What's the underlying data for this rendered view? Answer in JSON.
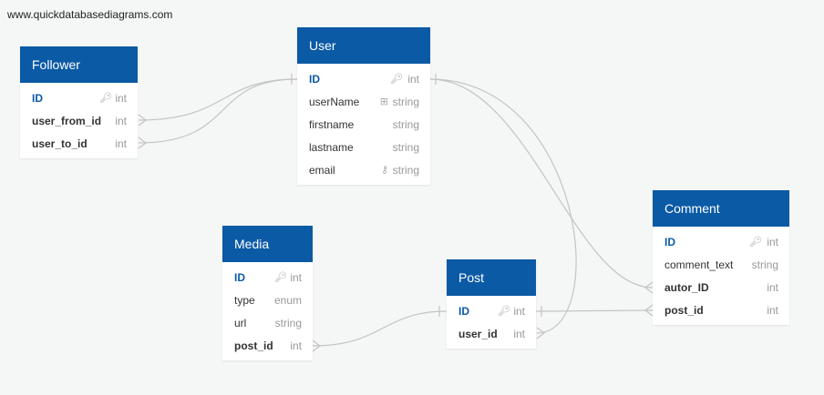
{
  "watermark": "www.quickdatabasediagrams.com",
  "tables": {
    "follower": {
      "name": "Follower",
      "fields": [
        {
          "name": "ID",
          "type": "int",
          "icon": "key-icon"
        },
        {
          "name": "user_from_id",
          "type": "int"
        },
        {
          "name": "user_to_id",
          "type": "int"
        }
      ]
    },
    "user": {
      "name": "User",
      "fields": [
        {
          "name": "ID",
          "type": "int",
          "icon": "key-icon"
        },
        {
          "name": "userName",
          "type": "string",
          "icon": "hierarchy-icon"
        },
        {
          "name": "firstname",
          "type": "string"
        },
        {
          "name": "lastname",
          "type": "string"
        },
        {
          "name": "email",
          "type": "string",
          "icon": "key-small-icon"
        }
      ]
    },
    "media": {
      "name": "Media",
      "fields": [
        {
          "name": "ID",
          "type": "int",
          "icon": "key-icon"
        },
        {
          "name": "type",
          "type": "enum"
        },
        {
          "name": "url",
          "type": "string"
        },
        {
          "name": "post_id",
          "type": "int"
        }
      ]
    },
    "post": {
      "name": "Post",
      "fields": [
        {
          "name": "ID",
          "type": "int",
          "icon": "key-icon"
        },
        {
          "name": "user_id",
          "type": "int"
        }
      ]
    },
    "comment": {
      "name": "Comment",
      "fields": [
        {
          "name": "ID",
          "type": "int",
          "icon": "key-icon"
        },
        {
          "name": "comment_text",
          "type": "string"
        },
        {
          "name": "autor_ID",
          "type": "int"
        },
        {
          "name": "post_id",
          "type": "int"
        }
      ]
    }
  },
  "colors": {
    "header": "#0b5aa5",
    "line": "#c4c4c4"
  }
}
